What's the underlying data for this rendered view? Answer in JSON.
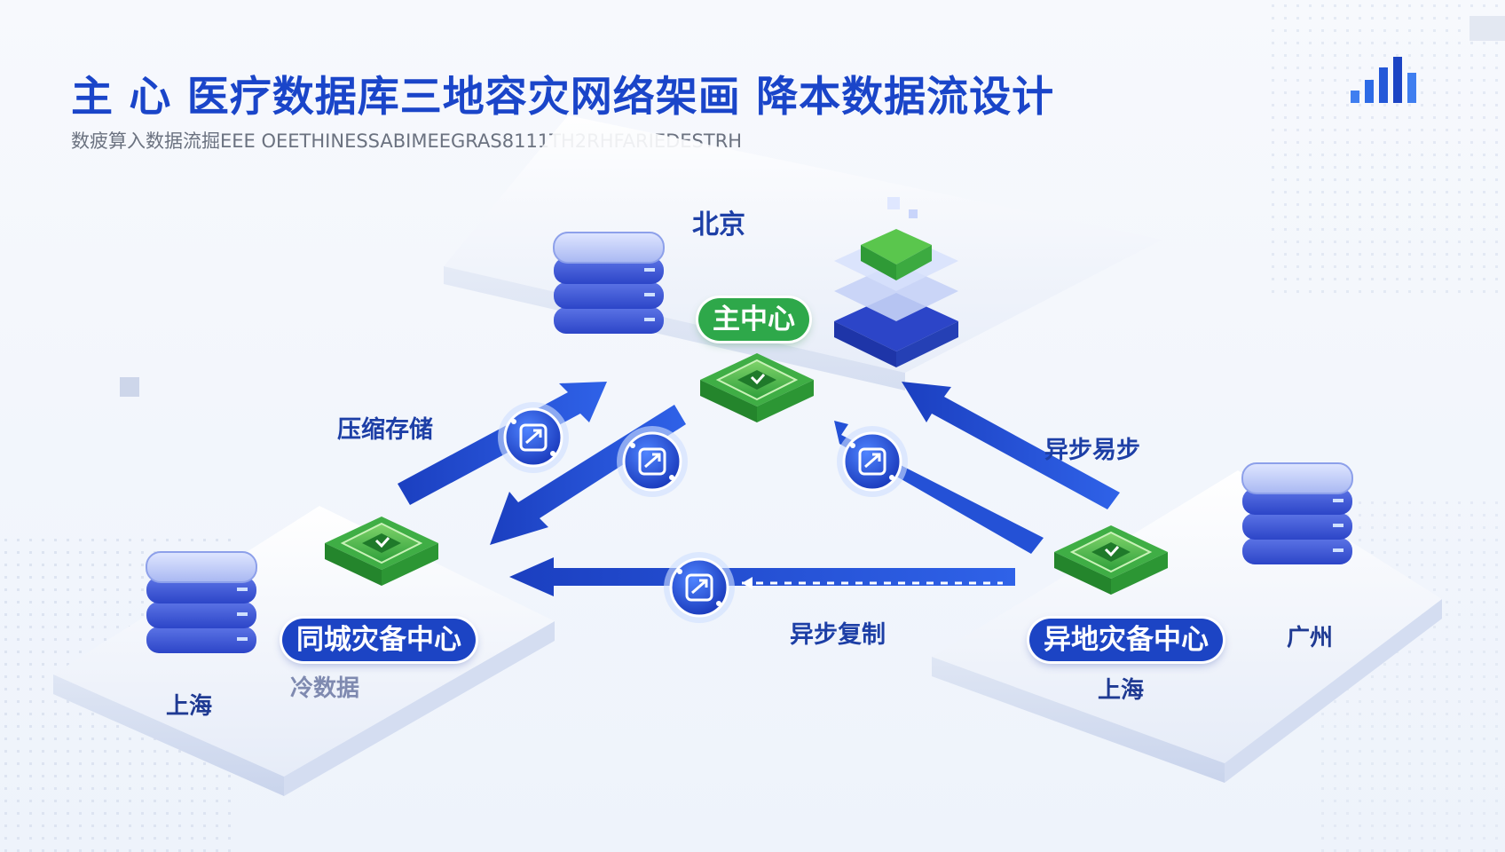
{
  "header": {
    "title": "主 心 医疗数据库三地容灾网络架画 降本数据流设计",
    "subtitle": "数疲算入数据流掘EEE OEETHINESSABIMEEGRAS8111TH2RHFARIEDESTRH"
  },
  "nodes": {
    "main_city": "北京",
    "main_center": "主中心",
    "same_city_center": "同城灾备中心",
    "same_city_loc": "上海",
    "cold_data": "冷数据",
    "remote_center": "异地灾备中心",
    "remote_loc_city": "广州",
    "remote_loc_label": "上海"
  },
  "links": {
    "compress_label": "压缩存储",
    "async_sync_label": "异步易步",
    "async_copy_label": "异步复制"
  },
  "colors": {
    "accent_blue": "#1c44c4",
    "accent_green": "#2ea84a",
    "title_blue": "#1a45c9"
  },
  "icons": [
    "server-stack-icon",
    "chip-icon",
    "cube-stack-icon",
    "transfer-node-icon",
    "bar-chart-icon"
  ]
}
